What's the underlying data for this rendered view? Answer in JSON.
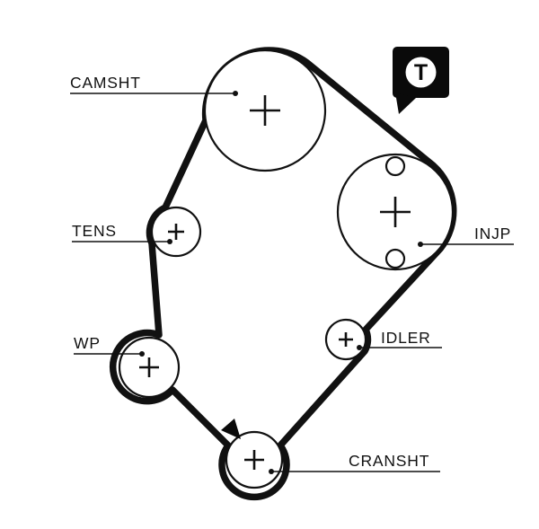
{
  "diagram": {
    "type": "timing-belt-routing-diagram",
    "belt_color": "#111111",
    "line_color": "#111111",
    "background_color": "#ffffff",
    "labels": {
      "camshaft": "CAMSHT",
      "tensioner": "TENS",
      "water_pump": "WP",
      "injection_pump": "INJP",
      "idler": "IDLER",
      "crankshaft": "CRANSHT"
    },
    "badge": {
      "letter": "T"
    }
  }
}
